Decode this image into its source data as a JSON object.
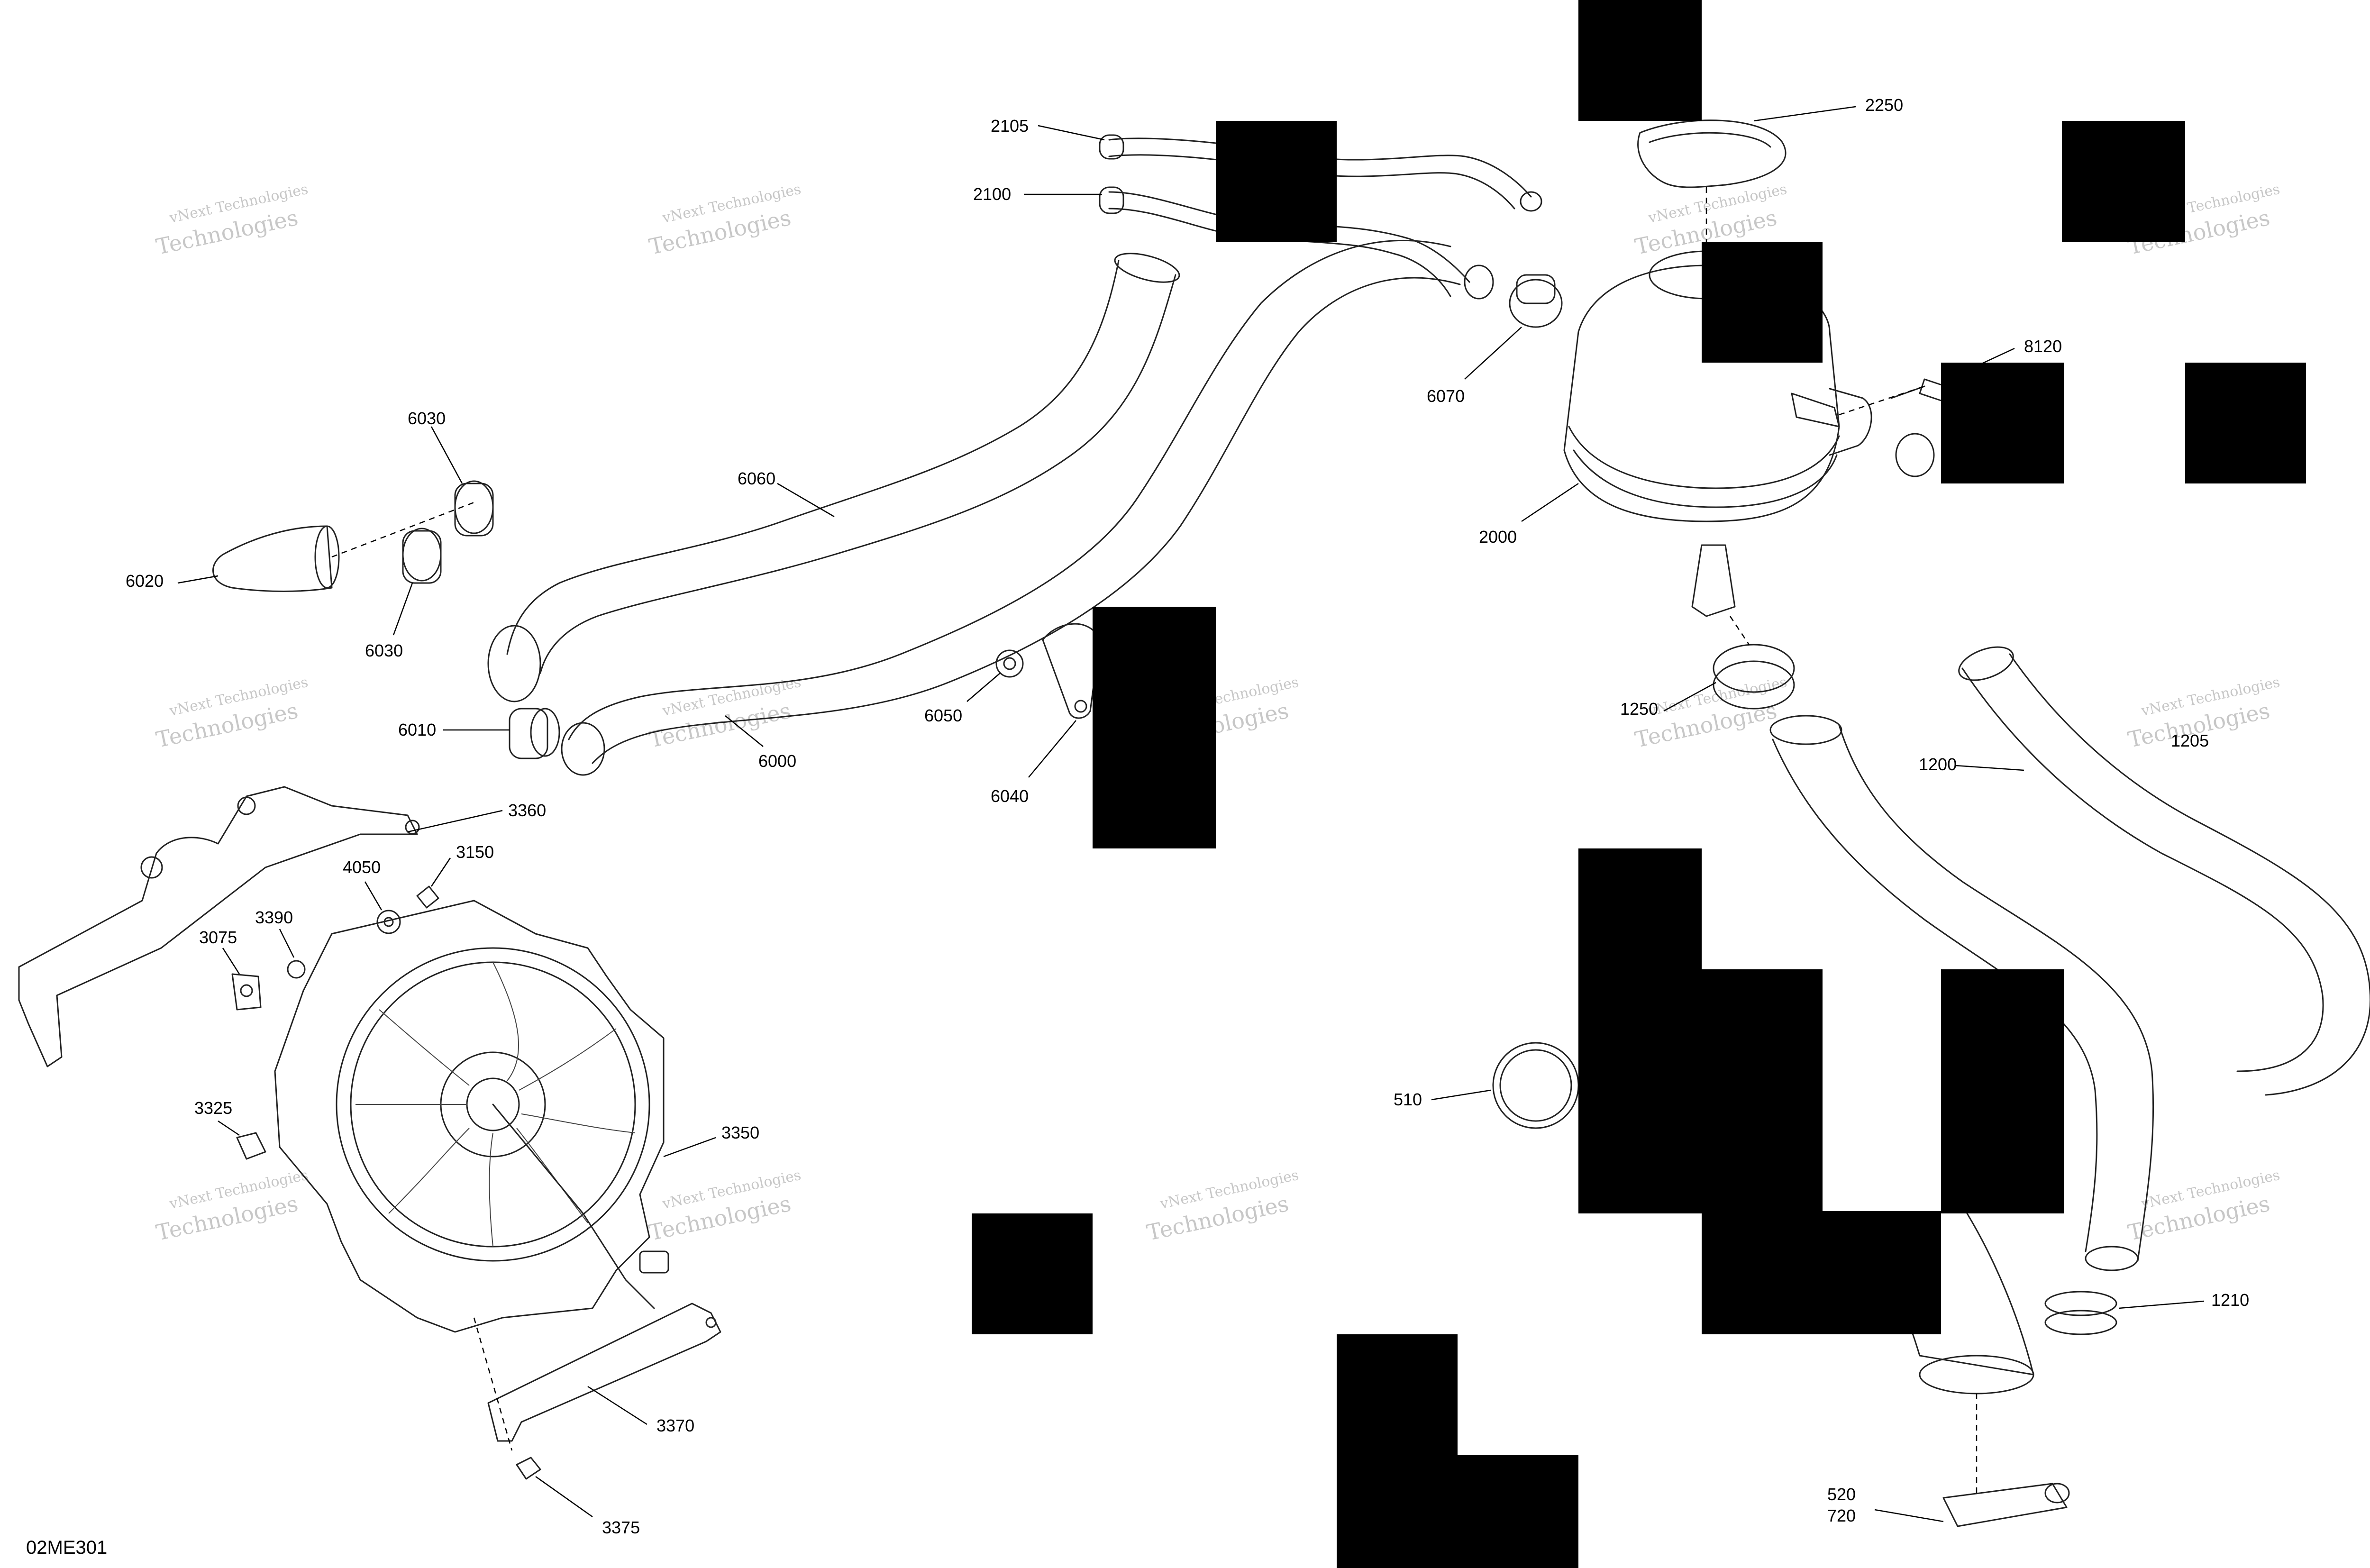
{
  "diagram": {
    "code": "02ME301",
    "watermark_line1": "vNext Technologies",
    "watermark_line2": "Technologies",
    "callouts": [
      {
        "id": "c2105",
        "text": "2105"
      },
      {
        "id": "c2100",
        "text": "2100"
      },
      {
        "id": "c2250",
        "text": "2250"
      },
      {
        "id": "c6030a",
        "text": "6030"
      },
      {
        "id": "c6060",
        "text": "6060"
      },
      {
        "id": "c6070",
        "text": "6070"
      },
      {
        "id": "c8120",
        "text": "8120"
      },
      {
        "id": "c2000",
        "text": "2000"
      },
      {
        "id": "c6020",
        "text": "6020"
      },
      {
        "id": "c6030b",
        "text": "6030"
      },
      {
        "id": "c6010",
        "text": "6010"
      },
      {
        "id": "c6000",
        "text": "6000"
      },
      {
        "id": "c6050",
        "text": "6050"
      },
      {
        "id": "c6040",
        "text": "6040"
      },
      {
        "id": "c1250",
        "text": "1250"
      },
      {
        "id": "c1200",
        "text": "1200"
      },
      {
        "id": "c1205",
        "text": "1205"
      },
      {
        "id": "c3360",
        "text": "3360"
      },
      {
        "id": "c4050",
        "text": "4050"
      },
      {
        "id": "c3150",
        "text": "3150"
      },
      {
        "id": "c3390",
        "text": "3390"
      },
      {
        "id": "c3075",
        "text": "3075"
      },
      {
        "id": "c3325",
        "text": "3325"
      },
      {
        "id": "c3350",
        "text": "3350"
      },
      {
        "id": "c510",
        "text": "510"
      },
      {
        "id": "c1210",
        "text": "1210"
      },
      {
        "id": "c3370",
        "text": "3370"
      },
      {
        "id": "c3375",
        "text": "3375"
      },
      {
        "id": "c520",
        "text": "520"
      },
      {
        "id": "c720",
        "text": "720"
      }
    ]
  }
}
